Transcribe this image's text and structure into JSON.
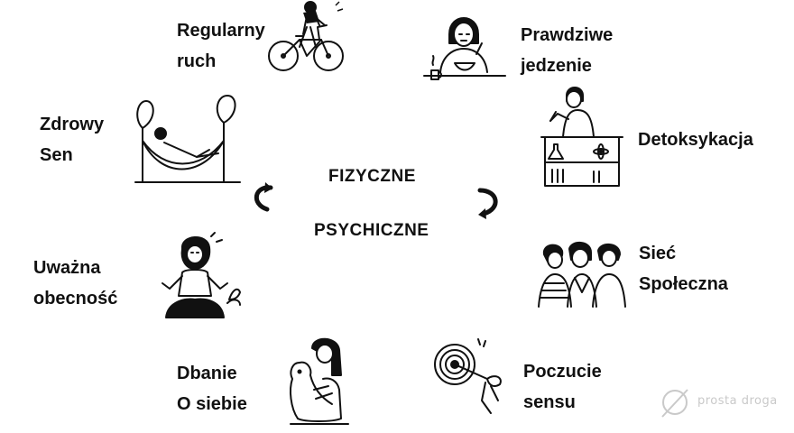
{
  "center": {
    "top": "FIZYCZNE",
    "bottom": "PSYCHICZNE"
  },
  "pillars": {
    "exercise": [
      "Regularny",
      "ruch"
    ],
    "food": [
      "Prawdziwe",
      "jedzenie"
    ],
    "detox": [
      "Detoksykacja"
    ],
    "sleep": [
      "Zdrowy",
      "Sen"
    ],
    "social": [
      "Sieć",
      "Społeczna"
    ],
    "mindfulness": [
      "Uważna",
      "obecność"
    ],
    "selfcare": [
      "Dbanie",
      "O siebie"
    ],
    "purpose": [
      "Poczucie",
      "sensu"
    ]
  },
  "watermark": "prosta droga",
  "colors": {
    "ink": "#111111",
    "watermark": "#c9c9c9"
  }
}
